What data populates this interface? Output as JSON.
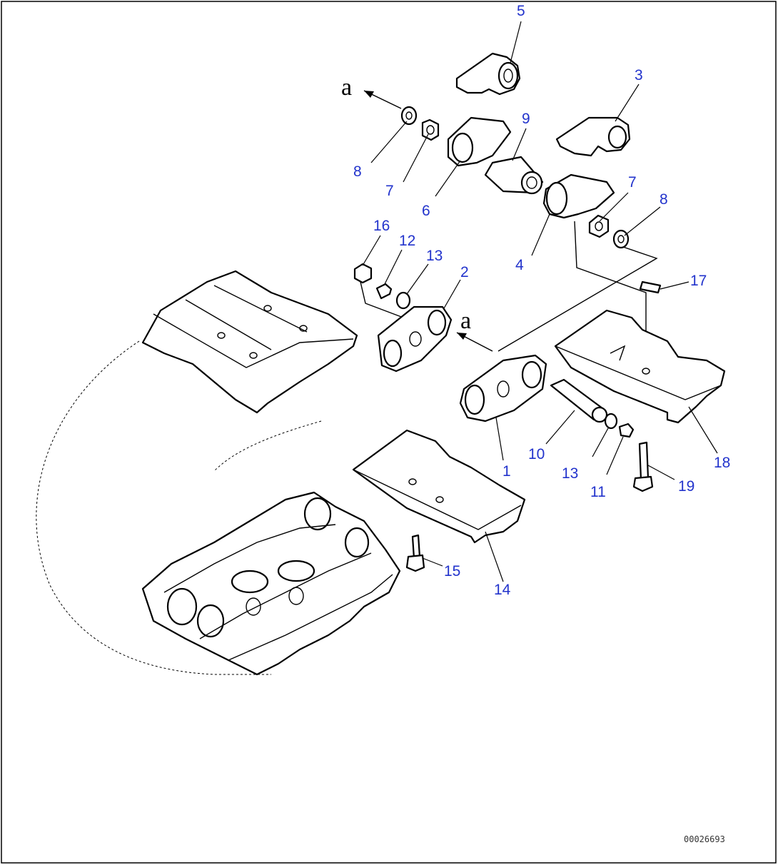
{
  "diagram": {
    "callouts": [
      {
        "id": "c1",
        "text": "1"
      },
      {
        "id": "c2",
        "text": "2"
      },
      {
        "id": "c3",
        "text": "3"
      },
      {
        "id": "c4",
        "text": "4"
      },
      {
        "id": "c5",
        "text": "5"
      },
      {
        "id": "c6",
        "text": "6"
      },
      {
        "id": "c7a",
        "text": "7"
      },
      {
        "id": "c7b",
        "text": "7"
      },
      {
        "id": "c8a",
        "text": "8"
      },
      {
        "id": "c8b",
        "text": "8"
      },
      {
        "id": "c9",
        "text": "9"
      },
      {
        "id": "c10",
        "text": "10"
      },
      {
        "id": "c11",
        "text": "11"
      },
      {
        "id": "c12",
        "text": "12"
      },
      {
        "id": "c13a",
        "text": "13"
      },
      {
        "id": "c13b",
        "text": "13"
      },
      {
        "id": "c14",
        "text": "14"
      },
      {
        "id": "c15",
        "text": "15"
      },
      {
        "id": "c16",
        "text": "16"
      },
      {
        "id": "c17",
        "text": "17"
      },
      {
        "id": "c18",
        "text": "18"
      },
      {
        "id": "c19",
        "text": "19"
      }
    ],
    "view_markers": [
      "a",
      "a"
    ],
    "reference_code": "00026693",
    "callout_color": "#2233cc"
  }
}
